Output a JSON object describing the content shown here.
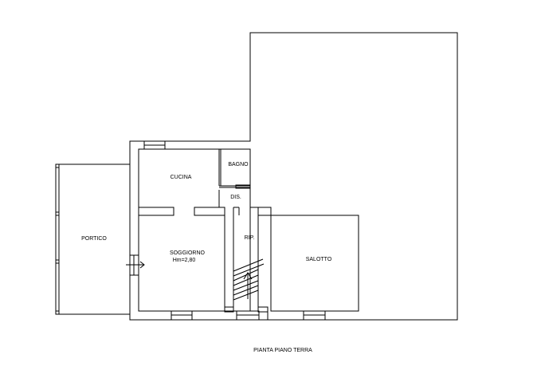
{
  "rooms": {
    "cucina": "CUCINA",
    "bagno": "BAGNO",
    "dis": "DIS.",
    "rip": "RIP.",
    "soggiorno": "SOGGIORNO",
    "soggiorno_height": "Hm=2,80",
    "salotto": "SALOTTO",
    "portico": "PORTICO"
  },
  "caption": "PIANTA PIANO TERRA"
}
